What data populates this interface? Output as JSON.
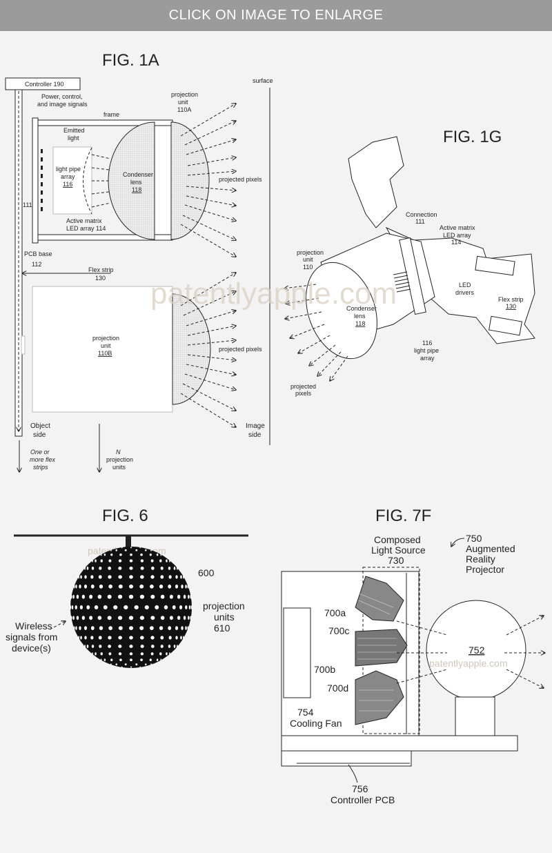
{
  "banner": {
    "label": "CLICK ON IMAGE TO ENLARGE"
  },
  "fig1a": {
    "title": "FIG. 1A",
    "controller": "Controller 190",
    "signals": [
      "Power, control,",
      "and image signals"
    ],
    "projection_unit_a": [
      "projection",
      "unit",
      "110A"
    ],
    "frame": "frame",
    "surface": "surface",
    "emitted_light": [
      "Emitted",
      "light"
    ],
    "light_pipe": [
      "light pipe",
      "array",
      "116"
    ],
    "condenser": [
      "Condenser",
      "lens",
      "118"
    ],
    "projected_pixels": "projected pixels",
    "connection": "111",
    "led_array": [
      "Active matrix",
      "LED array 114"
    ],
    "pcb_base": [
      "PCB base",
      "112"
    ],
    "flex_strip": [
      "Flex strip",
      "130"
    ],
    "projection_unit_b": [
      "projection",
      "unit",
      "110B"
    ],
    "object_side": [
      "Object",
      "side"
    ],
    "image_side": [
      "Image",
      "side"
    ],
    "more_flex": [
      "One or",
      "more flex",
      "strips"
    ],
    "n_units": [
      "N",
      "projection",
      "units"
    ]
  },
  "fig1g": {
    "title": "FIG. 1G",
    "connection": [
      "Connection",
      "111"
    ],
    "led_array": [
      "Active matrix",
      "LED array",
      "114"
    ],
    "projection_unit": [
      "projection",
      "unit",
      "110"
    ],
    "led_drivers": [
      "LED",
      "drivers"
    ],
    "flex_strip": [
      "Flex strip",
      "130"
    ],
    "condenser": [
      "Condenser",
      "lens",
      "118"
    ],
    "light_pipe": [
      "116",
      "light pipe",
      "array"
    ],
    "projected_pixels": [
      "projected",
      "pixels"
    ]
  },
  "fig6": {
    "title": "FIG. 6",
    "sphere_ref": "600",
    "projection_units": [
      "projection",
      "units",
      "610"
    ],
    "wireless": [
      "Wireless",
      "signals from",
      "device(s)"
    ]
  },
  "fig7f": {
    "title": "FIG. 7F",
    "composed": [
      "Composed",
      "Light Source",
      "730"
    ],
    "projector": [
      "750",
      "Augmented",
      "Reality",
      "Projector"
    ],
    "labels": [
      "700a",
      "700c",
      "700b",
      "700d"
    ],
    "lens_ref": "752",
    "fan": [
      "754",
      "Cooling Fan"
    ],
    "pcb": [
      "756",
      "Controller PCB"
    ]
  },
  "watermark": "patentlyapple.com"
}
